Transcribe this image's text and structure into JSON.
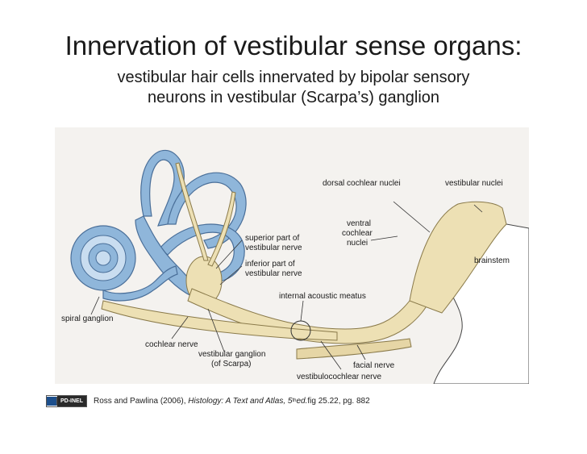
{
  "slide": {
    "title": "Innervation of vestibular sense organs:",
    "subtitle_line1": "vestibular hair cells innervated by bipolar sensory",
    "subtitle_line2": "neurons in vestibular (Scarpa’s) ganglion"
  },
  "diagram": {
    "labels": {
      "superior_part_1": "superior part of",
      "superior_part_2": "vestibular nerve",
      "inferior_part_1": "inferior part of",
      "inferior_part_2": "vestibular nerve",
      "dorsal_cochlear": "dorsal cochlear nuclei",
      "vestibular_nuclei": "vestibular nuclei",
      "ventral_1": "ventral",
      "ventral_2": "cochlear",
      "ventral_3": "nuclei",
      "brainstem": "brainstem",
      "internal_acoustic": "internal acoustic meatus",
      "spiral_ganglion": "spiral ganglion",
      "cochlear_nerve": "cochlear nerve",
      "vestibular_ganglion_1": "vestibular ganglion",
      "vestibular_ganglion_2": "(of Scarpa)",
      "facial_nerve": "facial nerve",
      "vestibulocochlear_nerve": "vestibulocochlear nerve"
    },
    "colors": {
      "labyrinth_blue": "#8fb6da",
      "labyrinth_outline": "#4a6f99",
      "nerve_fill": "#ede0b4",
      "nerve_outline": "#8a7a4a",
      "background": "#f4f2ef"
    }
  },
  "footer": {
    "badge": "PD-INEL",
    "text_prefix": "Ross and Pawlina (2006), ",
    "book_title": "Histology: A Text and Atlas, 5",
    "edition_sup": "th",
    "edition_suffix": " ed.",
    "text_suffix": " fig 25.22, pg. 882"
  }
}
